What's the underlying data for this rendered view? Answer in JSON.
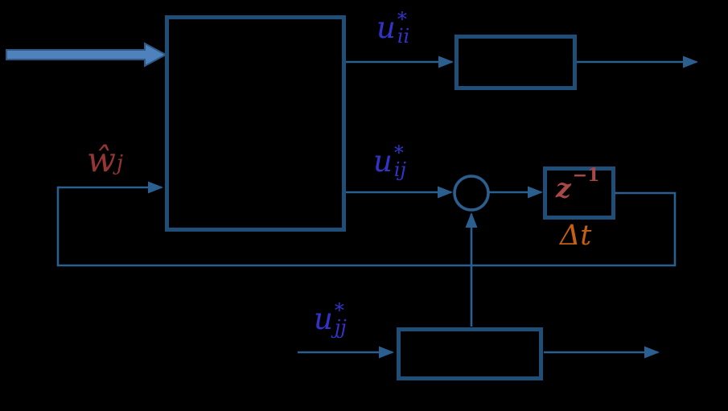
{
  "colors": {
    "background": "#000000",
    "box_stroke": "#1f4e79",
    "line_stroke": "#2b5f8f",
    "block_arrow_fill": "#4f81bd",
    "block_arrow_stroke": "#2d5986",
    "label_blue": "#3333cc",
    "label_maroon": "#943634",
    "label_brick": "#a84848",
    "label_orange": "#c55f11"
  },
  "labels": {
    "u_ii": {
      "base": "u",
      "sup": "*",
      "sub": "ii"
    },
    "u_ij": {
      "base": "u",
      "sup": "*",
      "sub": "ij"
    },
    "u_jj": {
      "base": "u",
      "sup": "*",
      "sub": "jj"
    },
    "w_j": {
      "base": "ŵ",
      "sub": "j"
    },
    "z_inverse": {
      "base": "z",
      "sup": "−1"
    },
    "delta_t": "Δt"
  }
}
